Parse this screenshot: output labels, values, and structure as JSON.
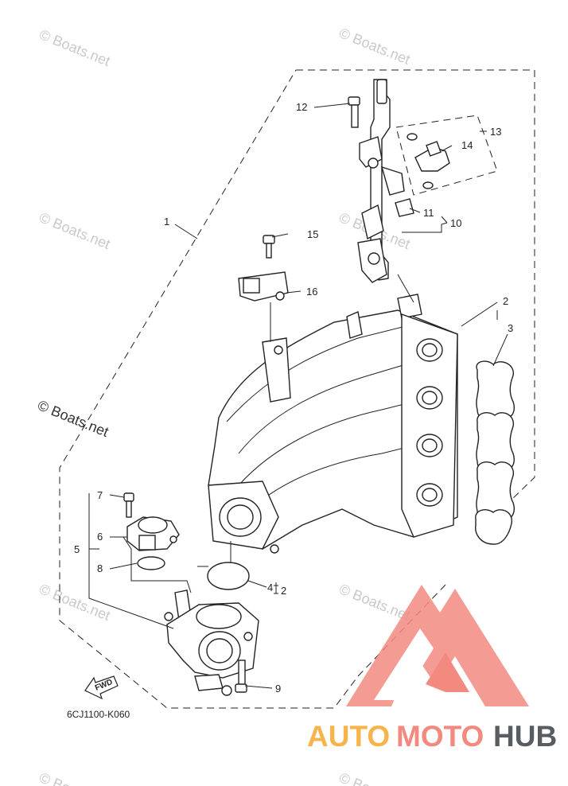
{
  "watermarks": {
    "text": "© Boats.net",
    "main_text": "© Boats.net"
  },
  "callouts": {
    "c1": "1",
    "c2": "2",
    "c3": "3",
    "c4": "4",
    "c4_group": "2",
    "c5": "5",
    "c6": "6",
    "c7": "7",
    "c8": "8",
    "c9": "9",
    "c10": "10",
    "c11": "11",
    "c12": "12",
    "c13": "13",
    "c14": "14",
    "c15": "15",
    "c16": "16"
  },
  "fwd_label": "FWD",
  "diagram_code": "6CJ1100-K060",
  "brand": {
    "part1": "AUTO",
    "part2": "MOTO",
    "part3": "HUB",
    "colors": {
      "orange": "#f6b44a",
      "red": "#f28a80",
      "gray": "#585d63"
    }
  }
}
